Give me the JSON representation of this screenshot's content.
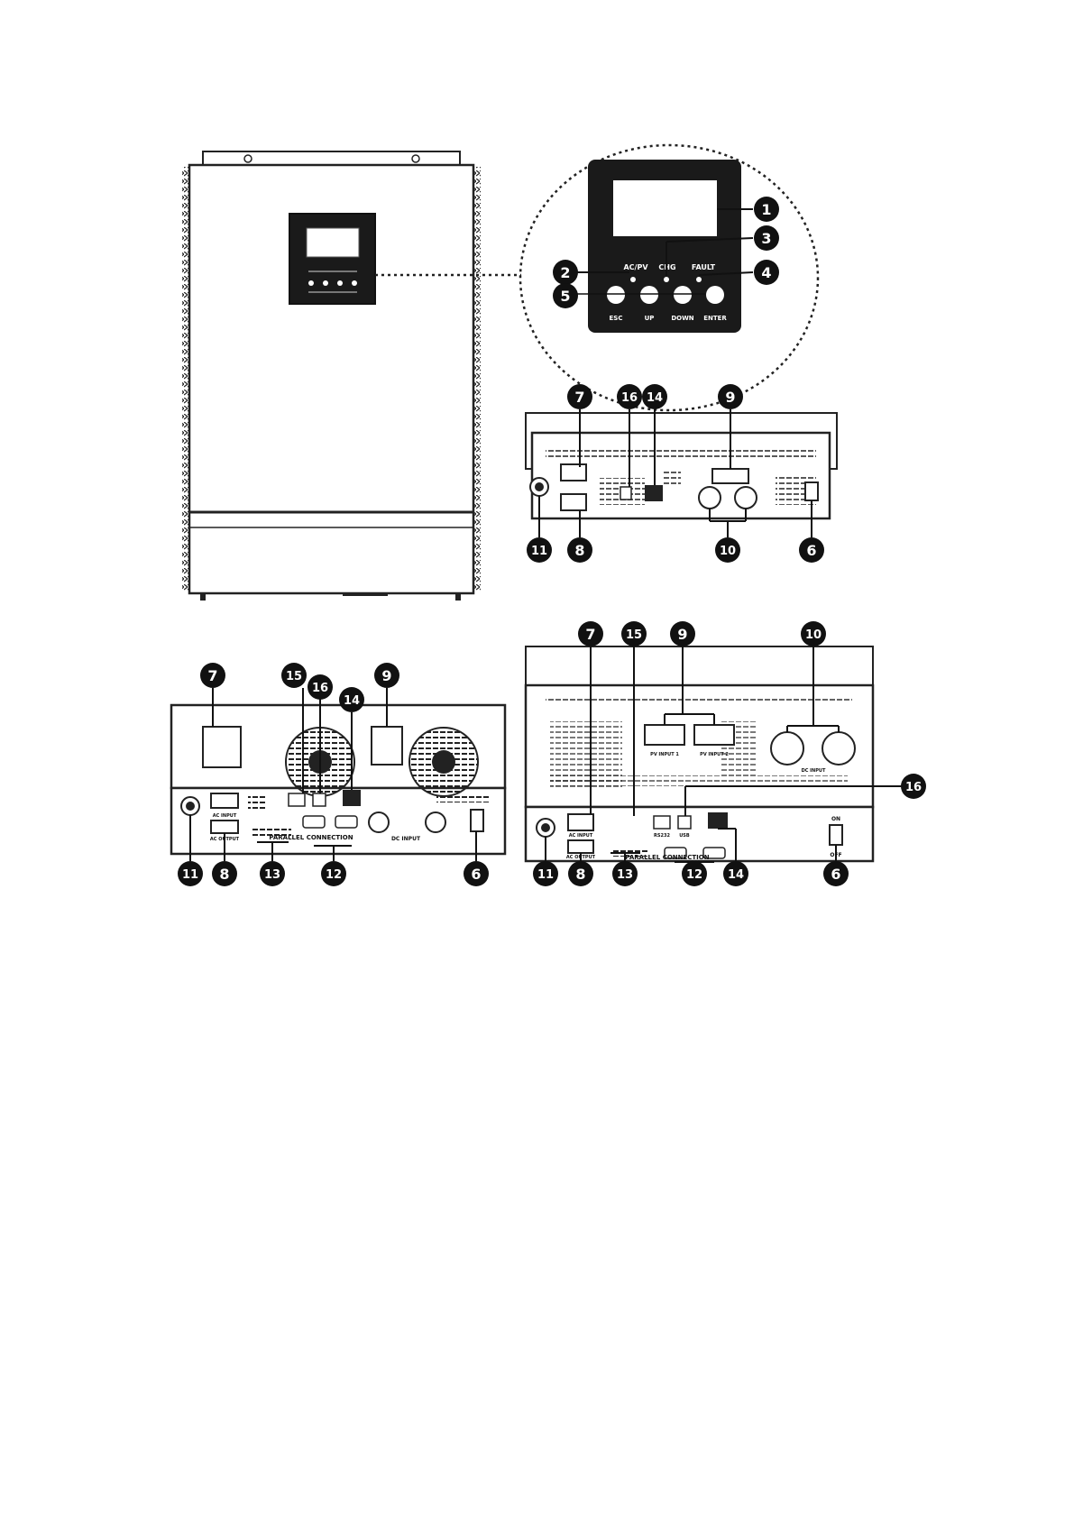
{
  "front_panel": {
    "led_labels": [
      "AC/PV",
      "CHG",
      "FAULT"
    ],
    "buttons": [
      "ESC",
      "UP",
      "DOWN",
      "ENTER"
    ]
  },
  "callouts": [
    "1",
    "2",
    "3",
    "4",
    "5",
    "6",
    "7",
    "8",
    "9",
    "10",
    "11",
    "12",
    "13",
    "14",
    "15",
    "16"
  ],
  "rear_labels": {
    "ac_input": "AC INPUT",
    "ac_output": "AC OUTPUT",
    "parallel_connection": "PARALLEL CONNECTION",
    "dc_input": "DC INPUT",
    "pv_input_1": "PV INPUT 1",
    "pv_input_2": "PV INPUT 2",
    "on": "ON",
    "off": "OFF",
    "rs232": "RS232",
    "usb": "USB"
  }
}
